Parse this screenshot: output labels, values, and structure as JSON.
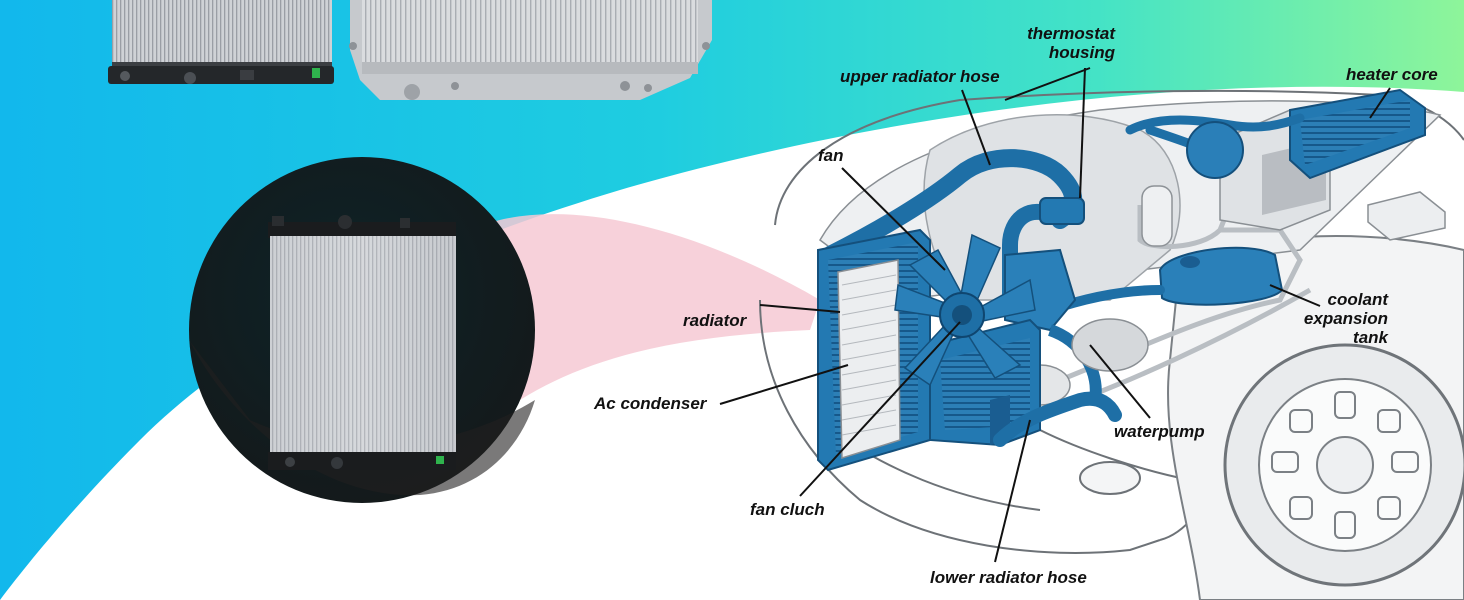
{
  "colors": {
    "background_cyan": "#12b8ec",
    "background_mint": "#44e3c6",
    "background_green": "#8ef59a",
    "coolant_blue": "#1e6fa6",
    "highlight_pink": "#f6c9d3",
    "circle_dark": "#0f1e22"
  },
  "labels": {
    "thermostat_housing": "thermostat\nhousing",
    "upper_radiator_hose": "upper radiator hose",
    "heater_core": "heater core",
    "fan": "fan",
    "radiator": "radiator",
    "coolant_expansion_tank": "coolant\nexpansion\ntank",
    "ac_condenser": "Ac condenser",
    "waterpump": "waterpump",
    "fan_cluch": "fan cluch",
    "lower_radiator_hose": "lower radiator hose"
  }
}
